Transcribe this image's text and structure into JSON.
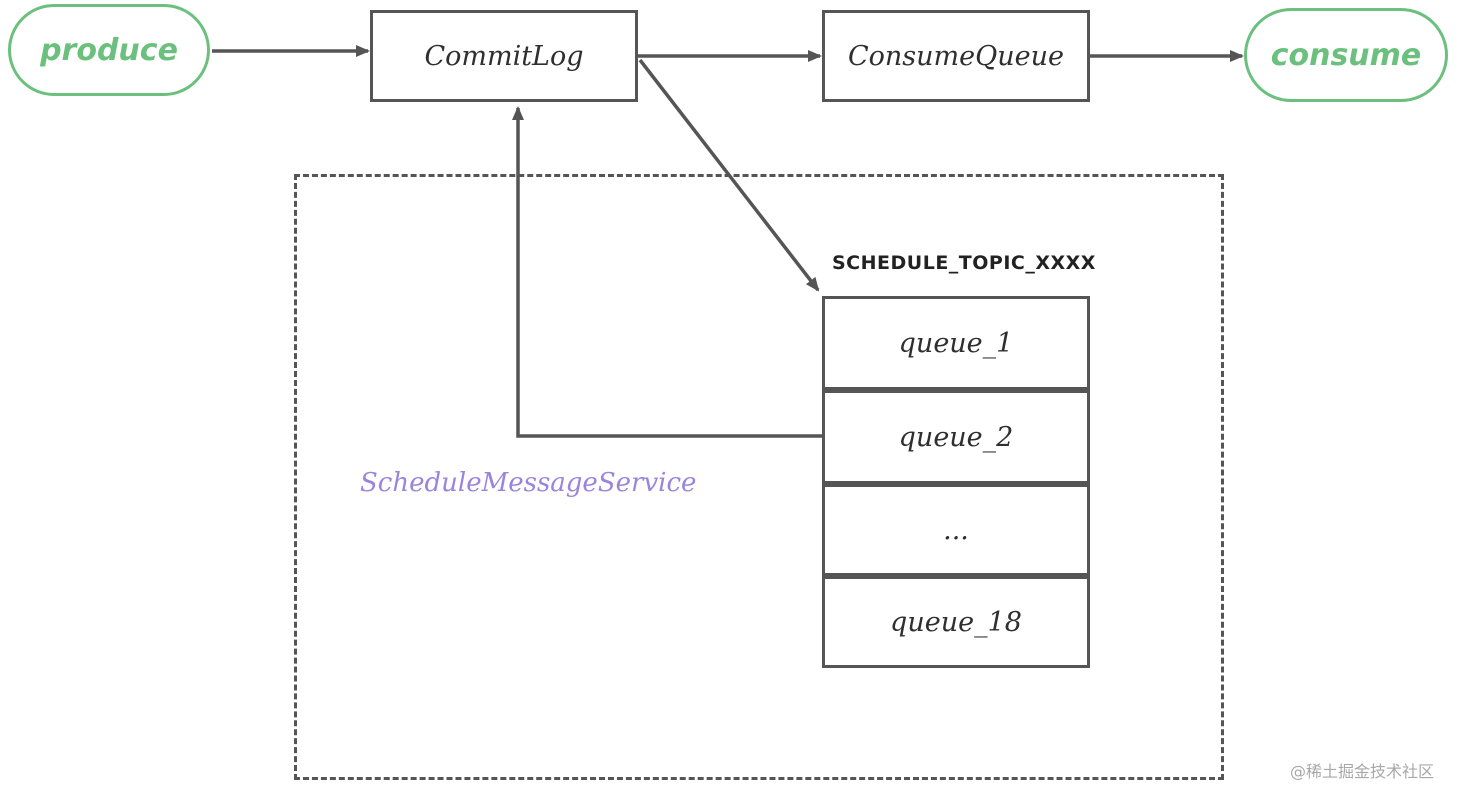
{
  "colors": {
    "stroke": "#555555",
    "endpoint_green": "#6cc07d",
    "service_purple": "#9b85dc",
    "watermark_gray": "#a8a8a8"
  },
  "nodes": {
    "produce": "produce",
    "commitlog": "CommitLog",
    "consumequeue": "ConsumeQueue",
    "consume": "consume"
  },
  "schedule_topic": {
    "label": "SCHEDULE_TOPIC_XXXX",
    "queues": [
      "queue_1",
      "queue_2",
      "...",
      "queue_18"
    ]
  },
  "service": {
    "label": "ScheduleMessageService"
  },
  "watermark": "@稀土掘金技术社区"
}
